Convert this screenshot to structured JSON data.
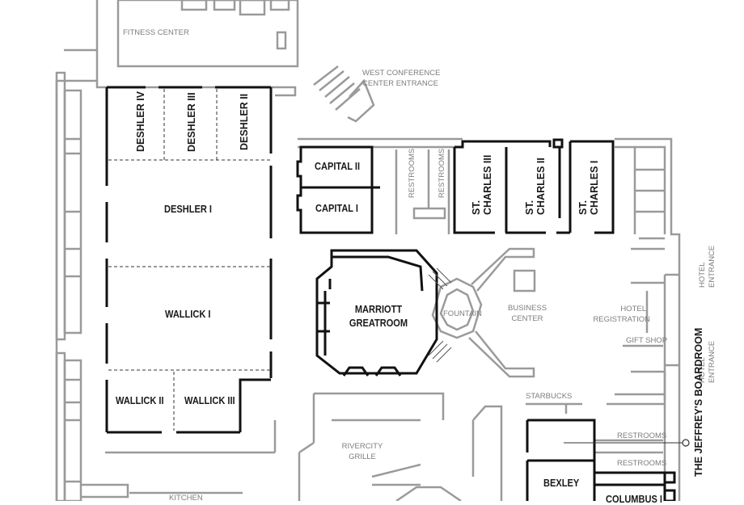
{
  "floorplan": {
    "rooms": {
      "deshler_iv": "DESHLER IV",
      "deshler_iii": "DESHLER III",
      "deshler_ii": "DESHLER II",
      "deshler_i": "DESHLER I",
      "wallick_i": "WALLICK I",
      "wallick_ii": "WALLICK II",
      "wallick_iii": "WALLICK III",
      "capital_ii": "CAPITAL II",
      "capital_i": "CAPITAL I",
      "st_charles_iii": "ST. CHARLES III",
      "st_charles_ii": "ST. CHARLES II",
      "st_charles_i": "ST. CHARLES I",
      "marriott_greatroom": [
        "MARRIOTT",
        "GREATROOM"
      ],
      "bexley": "BEXLEY",
      "columbus_i": "COLUMBUS I",
      "jeffreys_boardroom": "THE JEFFREY'S BOARDROOM"
    },
    "areas": {
      "fitness_center": "FITNESS CENTER",
      "west_conference_entrance": [
        "WEST CONFERENCE",
        "CENTER ENTRANCE"
      ],
      "restrooms_left": "RESTROOMS",
      "restrooms_right": "RESTROOMS",
      "fountain": "FOUNTAIN",
      "business_center": [
        "BUSINESS",
        "CENTER"
      ],
      "hotel_registration": [
        "HOTEL",
        "REGISTRATION"
      ],
      "gift_shop": "GIFT SHOP",
      "hotel_entrance_top": [
        "HOTEL",
        "ENTRANCE"
      ],
      "hotel_entrance_bottom": [
        "HOTEL",
        "ENTRANCE"
      ],
      "starbucks": "STARBUCKS",
      "restrooms_east_1": "RESTROOMS",
      "restrooms_east_2": "RESTROOMS",
      "rivercity_grille": [
        "RIVERCITY",
        "GRILLE"
      ],
      "kitchen": "KITCHEN"
    }
  }
}
